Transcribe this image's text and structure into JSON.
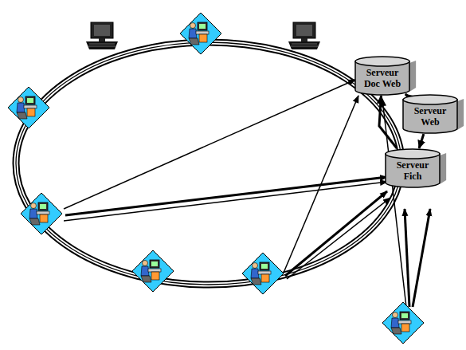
{
  "diagram": {
    "nodes": [
      {
        "text": [
          "Serveur Doc Web"
        ]
      },
      {
        "text": [
          "Serveur Web"
        ]
      },
      {
        "text": [
          "Serveur Fich"
        ]
      }
    ],
    "edges": [
      {
        "from": 0,
        "to": 1,
        "arrow": "to"
      },
      {
        "from": 1,
        "to": 2,
        "arrow": "to"
      },
      {
        "from": 2,
        "to": 0,
        "arrow": "to"
      }
    ]
  }
}
